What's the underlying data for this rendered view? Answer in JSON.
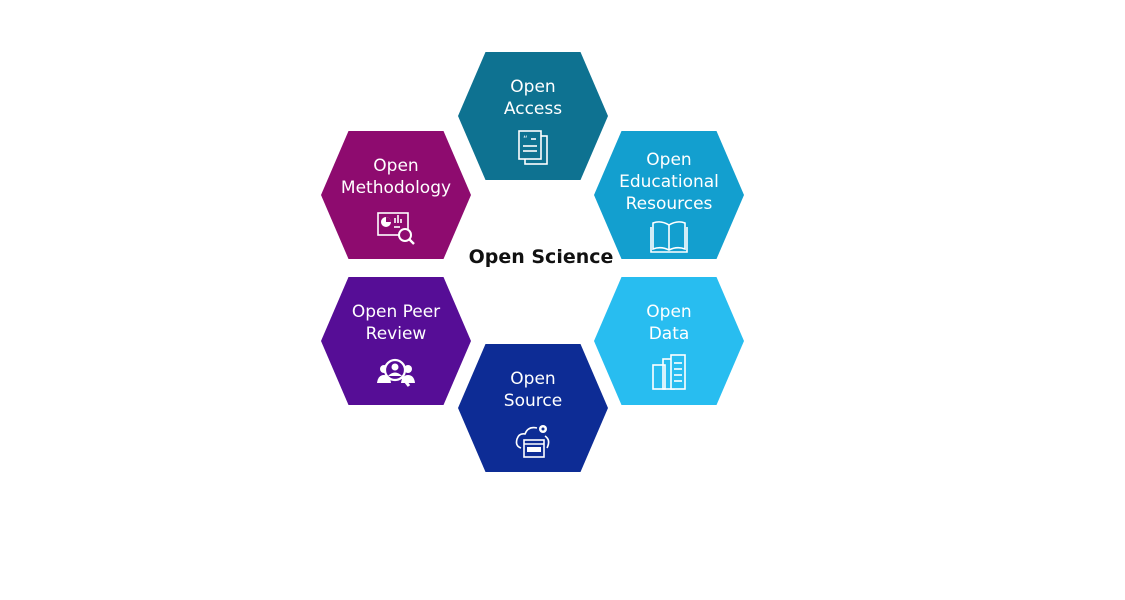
{
  "title": "Open Science",
  "hexagons": [
    {
      "id": "access",
      "lines": [
        "Open",
        "Access"
      ],
      "color": "#0e7291",
      "icon": "document-quote-icon"
    },
    {
      "id": "educational",
      "lines": [
        "Open",
        "Educational",
        "Resources"
      ],
      "color": "#139fcf",
      "icon": "open-book-icon"
    },
    {
      "id": "data",
      "lines": [
        "Open",
        "Data"
      ],
      "color": "#28bdf0",
      "icon": "server-rack-icon"
    },
    {
      "id": "source",
      "lines": [
        "Open",
        "Source"
      ],
      "color": "#0d2c95",
      "icon": "cloud-gear-icon"
    },
    {
      "id": "peer",
      "lines": [
        "Open Peer",
        "Review"
      ],
      "color": "#560d96",
      "icon": "people-search-icon"
    },
    {
      "id": "methodology",
      "lines": [
        "Open",
        "Methodology"
      ],
      "color": "#8e0b6f",
      "icon": "chart-magnifier-icon"
    }
  ]
}
